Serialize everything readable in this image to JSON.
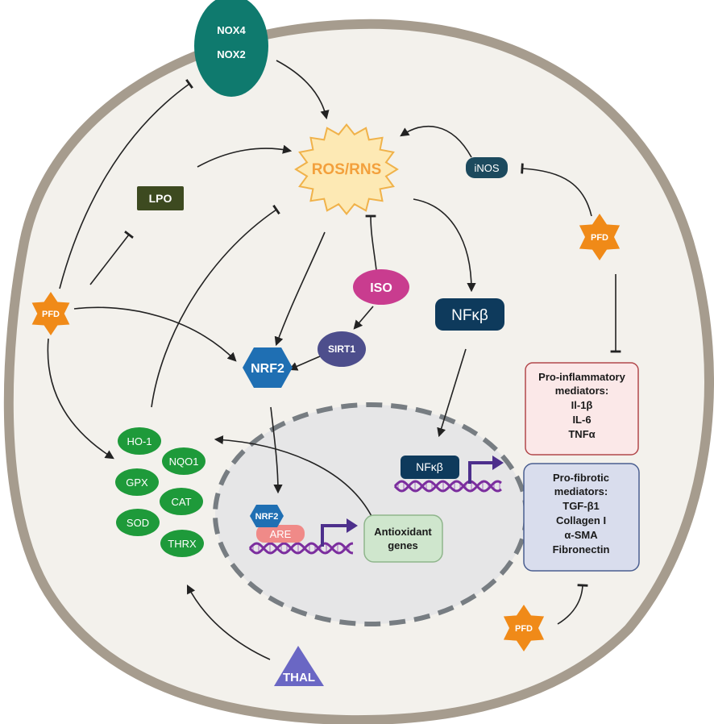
{
  "enzymes": {
    "nox4": "NOX4",
    "nox2": "NOX2"
  },
  "ros": "ROS/RNS",
  "lpo": "LPO",
  "inos": "iNOS",
  "iso": "ISO",
  "sirt1": "SIRT1",
  "nrf2": "NRF2",
  "nfkb": "NFκβ",
  "pfd": "PFD",
  "thal": "THAL",
  "antioxidants": [
    "HO-1",
    "NQO1",
    "GPX",
    "CAT",
    "SOD",
    "THRX"
  ],
  "nucleus": {
    "nrf2_small": "NRF2",
    "are": "ARE",
    "antioxidant_genes": [
      "Antioxidant",
      "genes"
    ],
    "nfkb_small": "NFκβ"
  },
  "pro_inflammatory": {
    "title": [
      "Pro-inflammatory",
      "mediators:"
    ],
    "items": [
      "Il-1β",
      "IL-6",
      "TNFα"
    ]
  },
  "pro_fibrotic": {
    "title": [
      "Pro-fibrotic",
      "mediators:"
    ],
    "items": [
      "TGF-β1",
      "Collagen I",
      "α-SMA",
      "Fibronectin"
    ]
  },
  "colors": {
    "cell_fill": "#f3f1ec",
    "cell_border": "#a69c8e",
    "nox": "#0f7a6e",
    "ros_fill": "#fde9b4",
    "ros_text": "#f3a03c",
    "lpo": "#3d4a20",
    "inos": "#1c4a5e",
    "iso": "#c93c8f",
    "sirt1": "#4d4e8c",
    "nrf2": "#1f6fb3",
    "nfkb": "#0e3a5c",
    "pfd": "#f08a18",
    "thal": "#6a67c4",
    "antioxidant": "#1e9a3a",
    "nucleus_fill": "#e6e6e7",
    "nucleus_border": "#777d82",
    "dna": "#7b2d9e",
    "are": "#f08a88",
    "genes_box": "#cfe6cd",
    "inflam_fill": "#fbe8e8",
    "inflam_border": "#b2484b",
    "fibrotic_fill": "#d9dded",
    "fibrotic_border": "#4a5e90"
  }
}
